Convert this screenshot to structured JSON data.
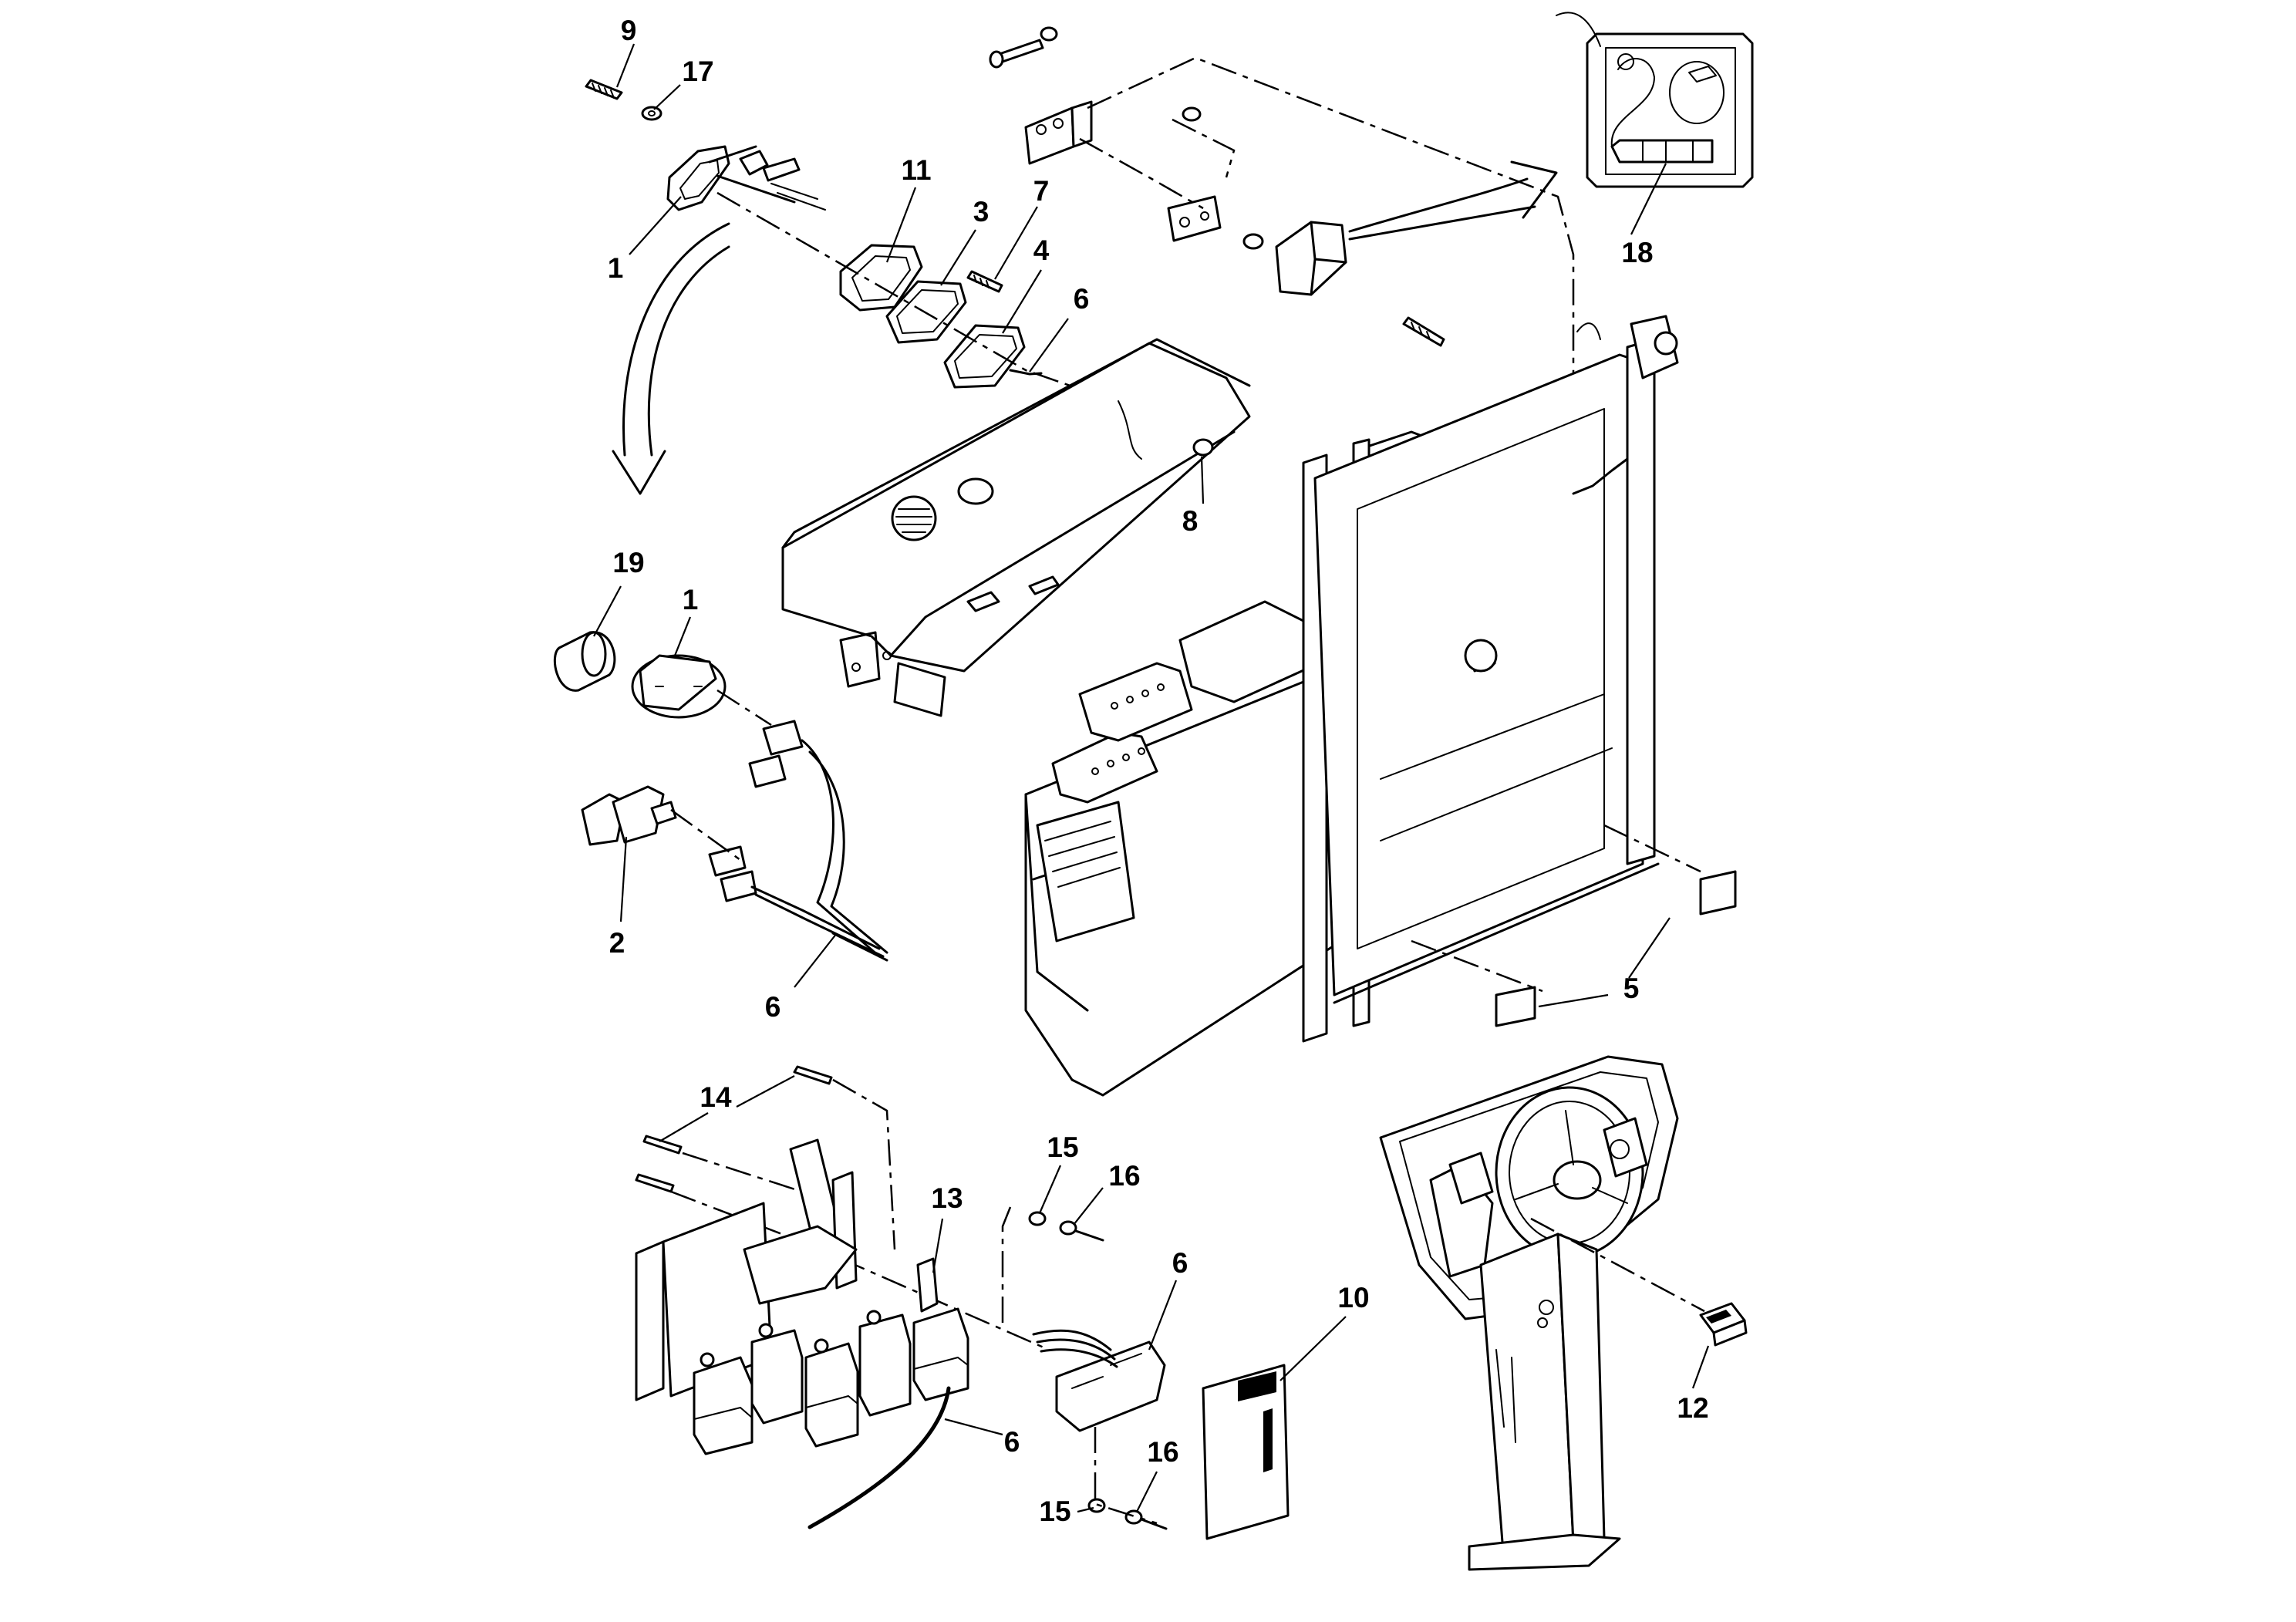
{
  "callouts": {
    "c9": "9",
    "c17": "17",
    "c1a": "1",
    "c11": "11",
    "c3": "3",
    "c7": "7",
    "c4": "4",
    "c6a": "6",
    "c8": "8",
    "c18": "18",
    "c19": "19",
    "c1b": "1",
    "c2": "2",
    "c6b": "6",
    "c5": "5",
    "c14": "14",
    "c15a": "15",
    "c16a": "16",
    "c13": "13",
    "c6c": "6",
    "c10": "10",
    "c15b": "15",
    "c16b": "16",
    "c6d": "6",
    "c12": "12"
  }
}
